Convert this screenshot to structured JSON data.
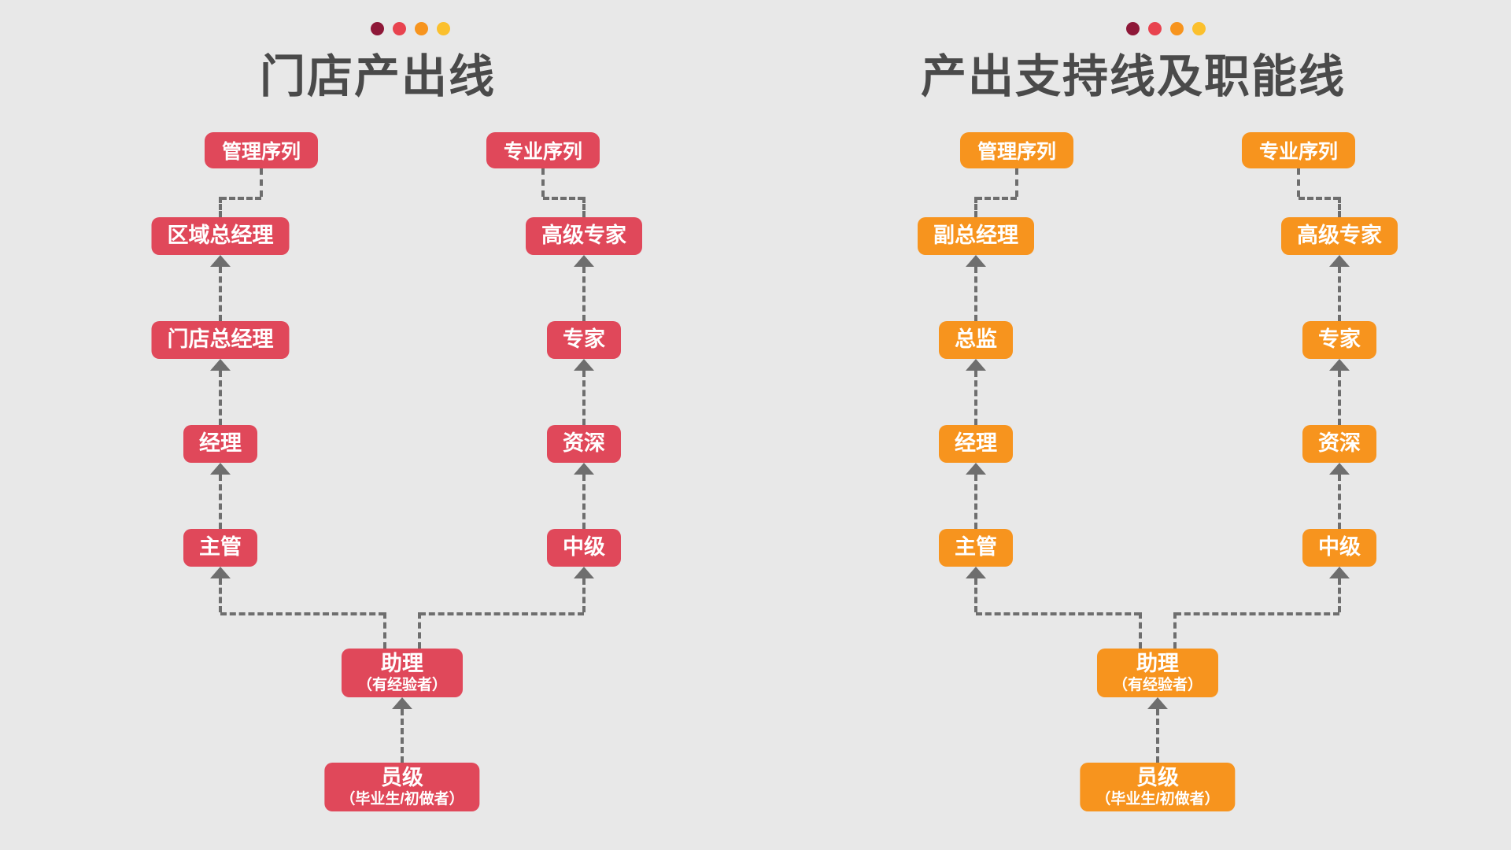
{
  "background": "#e8e8e8",
  "dot_colors": [
    "#8e1838",
    "#e8434f",
    "#f7941e",
    "#fbc02d"
  ],
  "connector_color": "#6e6e6e",
  "panels": [
    {
      "id": "store-output-line",
      "title": "门店产出线",
      "accent": "#e0485a",
      "badges": [
        {
          "name": "management-sequence",
          "label": "管理序列"
        },
        {
          "name": "professional-sequence",
          "label": "专业序列"
        }
      ],
      "management_track": [
        {
          "name": "regional-general-manager",
          "label": "区域总经理"
        },
        {
          "name": "store-general-manager",
          "label": "门店总经理"
        },
        {
          "name": "manager",
          "label": "经理"
        },
        {
          "name": "supervisor",
          "label": "主管"
        }
      ],
      "professional_track": [
        {
          "name": "senior-expert",
          "label": "高级专家"
        },
        {
          "name": "expert",
          "label": "专家"
        },
        {
          "name": "senior",
          "label": "资深"
        },
        {
          "name": "intermediate",
          "label": "中级"
        }
      ],
      "shared_base": [
        {
          "name": "assistant",
          "label": "助理",
          "sub": "（有经验者）"
        },
        {
          "name": "staff-level",
          "label": "员级",
          "sub": "（毕业生/初做者）"
        }
      ]
    },
    {
      "id": "output-support-and-function-line",
      "title": "产出支持线及职能线",
      "accent": "#f7941e",
      "badges": [
        {
          "name": "management-sequence",
          "label": "管理序列"
        },
        {
          "name": "professional-sequence",
          "label": "专业序列"
        }
      ],
      "management_track": [
        {
          "name": "deputy-general-manager",
          "label": "副总经理"
        },
        {
          "name": "director",
          "label": "总监"
        },
        {
          "name": "manager",
          "label": "经理"
        },
        {
          "name": "supervisor",
          "label": "主管"
        }
      ],
      "professional_track": [
        {
          "name": "senior-expert",
          "label": "高级专家"
        },
        {
          "name": "expert",
          "label": "专家"
        },
        {
          "name": "senior",
          "label": "资深"
        },
        {
          "name": "intermediate",
          "label": "中级"
        }
      ],
      "shared_base": [
        {
          "name": "assistant",
          "label": "助理",
          "sub": "（有经验者）"
        },
        {
          "name": "staff-level",
          "label": "员级",
          "sub": "（毕业生/初做者）"
        }
      ]
    }
  ]
}
